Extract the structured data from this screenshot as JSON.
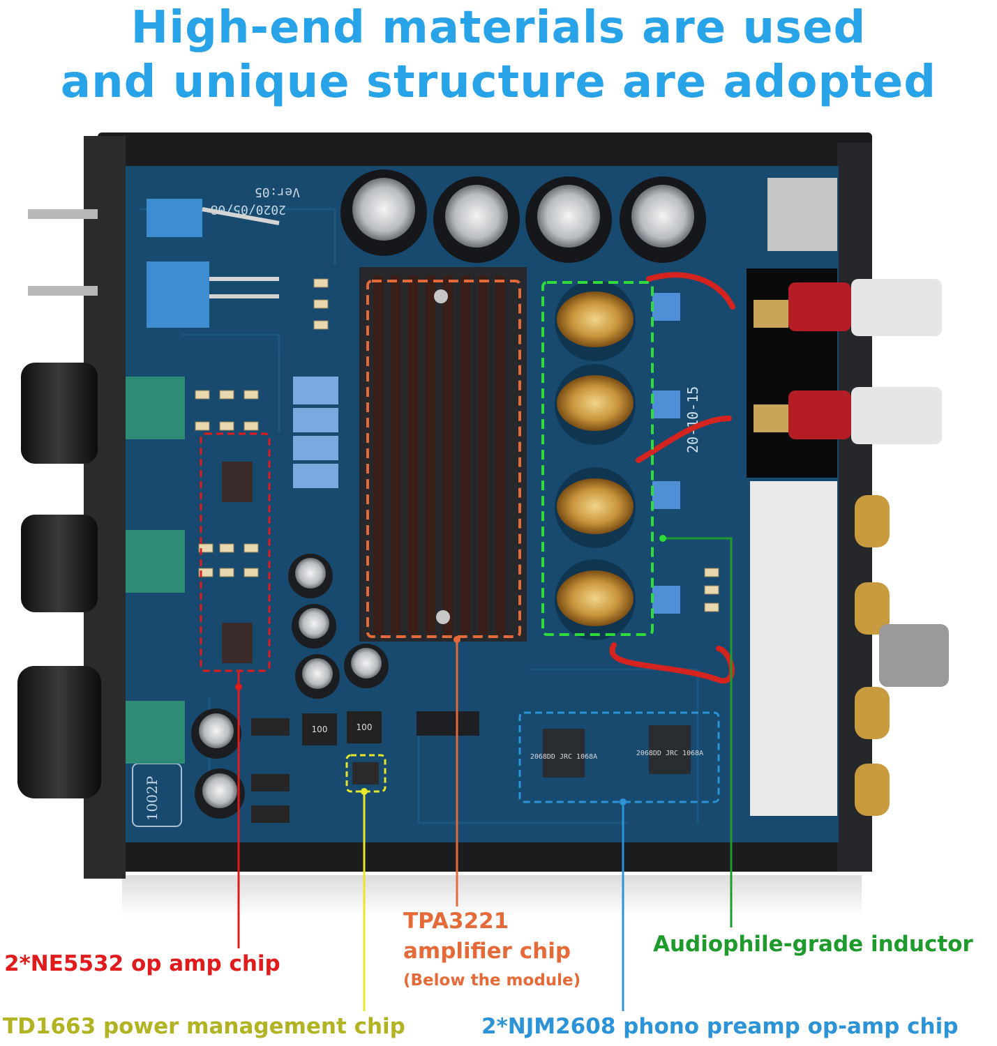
{
  "headline": {
    "line1": "High-end materials are used",
    "line2": "and unique structure are adopted"
  },
  "board": {
    "version_text": "Ver:05",
    "date_text": "2020/05/08",
    "model_text": "1002P",
    "batch_text": "20-10-15",
    "chip_marking": "2068DD JRC 1068A",
    "inductor_marking": "100"
  },
  "callouts": {
    "ne5532": "2*NE5532 op amp chip",
    "tpa3221_line1": "TPA3221",
    "tpa3221_line2": "amplifier chip",
    "tpa3221_line3": "(Below the module)",
    "inductor": "Audiophile-grade inductor",
    "td1663": "TD1663 power management chip",
    "njm2608": "2*NJM2608 phono preamp op-amp chip"
  },
  "colors": {
    "headline": "#29a3e8",
    "ne5532": "#e01b1b",
    "tpa3221": "#e46a3a",
    "inductor": "#1f9a2c",
    "td1663": "#b2b322",
    "njm2608": "#2b93d6",
    "pcb": "#174a6e"
  }
}
